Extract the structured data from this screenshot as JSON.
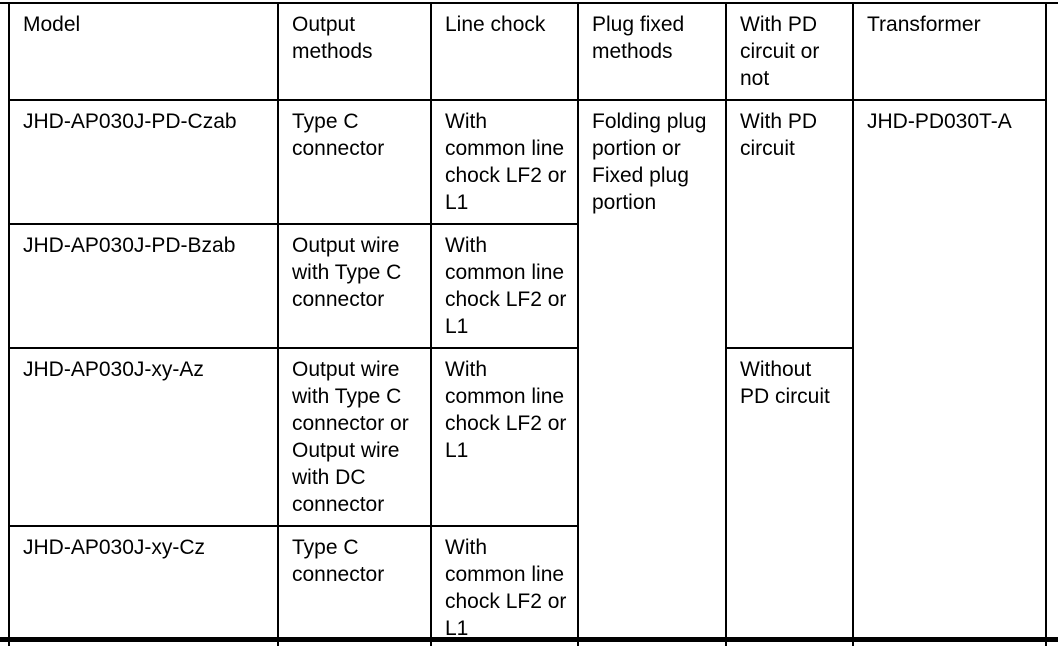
{
  "page": {
    "background_color": "#ffffff",
    "text_color": "#000000",
    "border_color": "#000000"
  },
  "table": {
    "columns": [
      "Model",
      "Output methods",
      "Line chock",
      "Plug fixed methods",
      "With PD circuit or not",
      "Transformer"
    ],
    "rows": [
      {
        "model": "JHD-AP030J-PD-Czab",
        "output_methods": "Type C connector",
        "line_chock": "With common line chock LF2 or L1",
        "plug_fixed_methods": "Folding plug portion or Fixed plug portion",
        "pd_circuit": "With PD circuit",
        "transformer": "JHD-PD030T-A"
      },
      {
        "model": "JHD-AP030J-PD-Bzab",
        "output_methods": "Output wire with Type C connector",
        "line_chock": "With common line chock LF2 or L1"
      },
      {
        "model": "JHD-AP030J-xy-Az",
        "output_methods": "Output wire with Type C connector or Output wire with DC connector",
        "line_chock": "With common line chock LF2 or L1",
        "pd_circuit": "Without PD circuit"
      },
      {
        "model": "JHD-AP030J-xy-Cz",
        "output_methods": "Type C connector",
        "line_chock": "With common line chock LF2 or L1"
      }
    ]
  }
}
